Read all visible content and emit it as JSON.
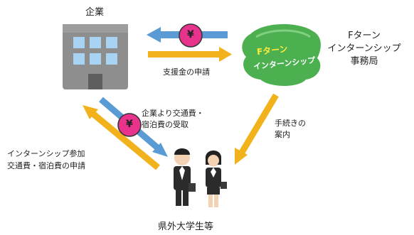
{
  "company": {
    "label": "企業"
  },
  "office": {
    "logo_text_line1": "Fターン",
    "logo_text_line2": "インターンシップ",
    "label_line1": "Fターン",
    "label_line2": "インターンシップ",
    "label_line3": "事務局"
  },
  "students": {
    "label": "県外大学生等"
  },
  "flows": {
    "subsidy_application": "支援金の申請",
    "yen_symbol": "¥",
    "company_receive_line1": "企業より交通費・",
    "company_receive_line2": "宿泊費の受取",
    "procedure_line1": "手続きの",
    "procedure_line2": "案内",
    "student_apply_line1": "インターンシップ参加",
    "student_apply_line2": "交通費・宿泊費の申請"
  },
  "colors": {
    "blue_arrow": "#5b9bd5",
    "yellow_arrow": "#f2b21c",
    "yen_coin": "#e8338d",
    "logo_green": "#4caf50",
    "building": "#8a8a8a"
  }
}
